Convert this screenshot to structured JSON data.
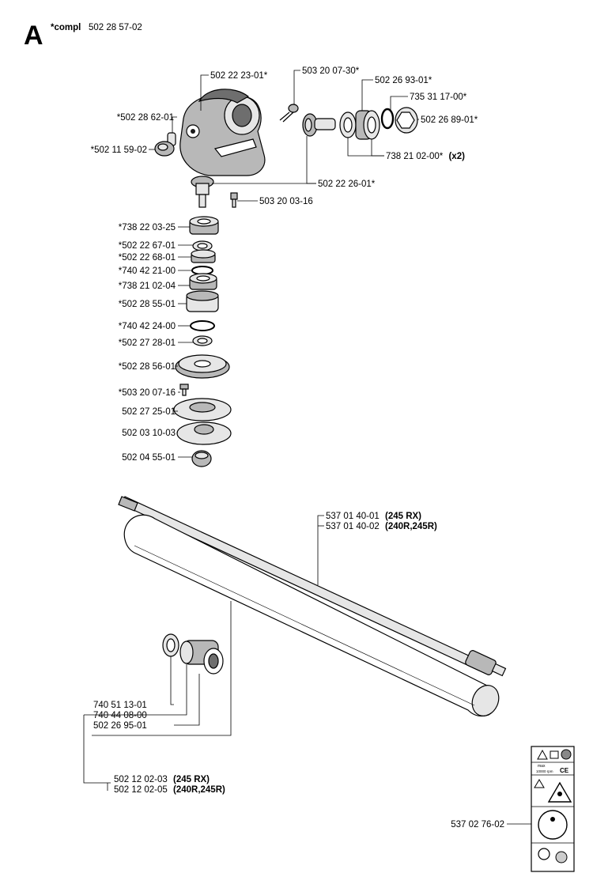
{
  "header": {
    "section_letter": "A",
    "compl_prefix": "*compl",
    "compl_number": "502 28 57-02"
  },
  "parts": {
    "housing": "502 22 23-01*",
    "screw_top": "503 20 07-30*",
    "bearing_outer": "502 26 93-01*",
    "circlip": "735 31 17-00*",
    "nut_end": "502 26 89-01*",
    "bearing_pair": "738 21 02-00*",
    "bearing_pair_qty": "(x2)",
    "gear_pair": "502 22 26-01*",
    "screw_side": "503 20 03-16",
    "cap_screw": "*502 28 62-01",
    "plug": "*502 11 59-02",
    "bearing_1": "*738 22 03-25",
    "spacer_1": "*502 22 67-01",
    "spacer_2": "*502 22 68-01",
    "oring_1": "*740 42 21-00",
    "bearing_2": "*738 21 02-04",
    "sleeve": "*502 28 55-01",
    "oring_2": "*740 42 24-00",
    "washer": "*502 27 28-01",
    "flange": "*502 28 56-01",
    "screw_flange": "*503 20 07-16",
    "support_cup": "502 27 25-01",
    "support_disc": "502 03 10-03",
    "nut_bottom": "502 04 55-01",
    "shaft_a": "537 01 40-01",
    "shaft_a_model": "(245 RX)",
    "shaft_b": "537 01 40-02",
    "shaft_b_model": "(240R,245R)",
    "small_ring": "740 51 13-01",
    "oring_3": "740 44 08-00",
    "bushing": "502 26 95-01",
    "tube_a": "502 12 02-03",
    "tube_a_model": "(245 RX)",
    "tube_b": "502 12 02-05",
    "tube_b_model": "(240R,245R)",
    "decal": "537 02 76-02"
  },
  "decal_text": {
    "max": "max",
    "rpm": "10000 rpm",
    "ce": "CE"
  }
}
